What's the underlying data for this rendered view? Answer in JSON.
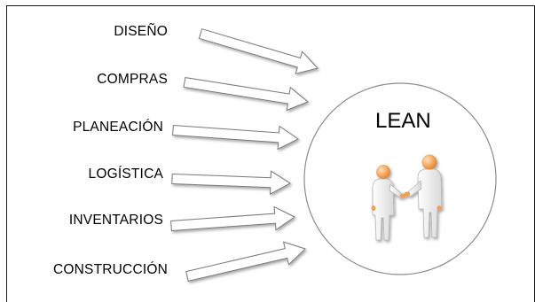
{
  "diagram": {
    "inputs": [
      {
        "label": "DISEÑO"
      },
      {
        "label": "COMPRAS"
      },
      {
        "label": "PLANEACIÓN"
      },
      {
        "label": "LOGÍSTICA"
      },
      {
        "label": "INVENTARIOS"
      },
      {
        "label": "CONSTRUCCIÓN"
      }
    ],
    "target": {
      "title": "LEAN",
      "icon": "handshake-people-icon"
    },
    "colors": {
      "arrow_fill": "#ffffff",
      "arrow_stroke": "#7a7a7a",
      "circle_stroke": "#8c8c8c",
      "skin": "#f4a65c",
      "figure_body": "#f2f2f2"
    }
  }
}
